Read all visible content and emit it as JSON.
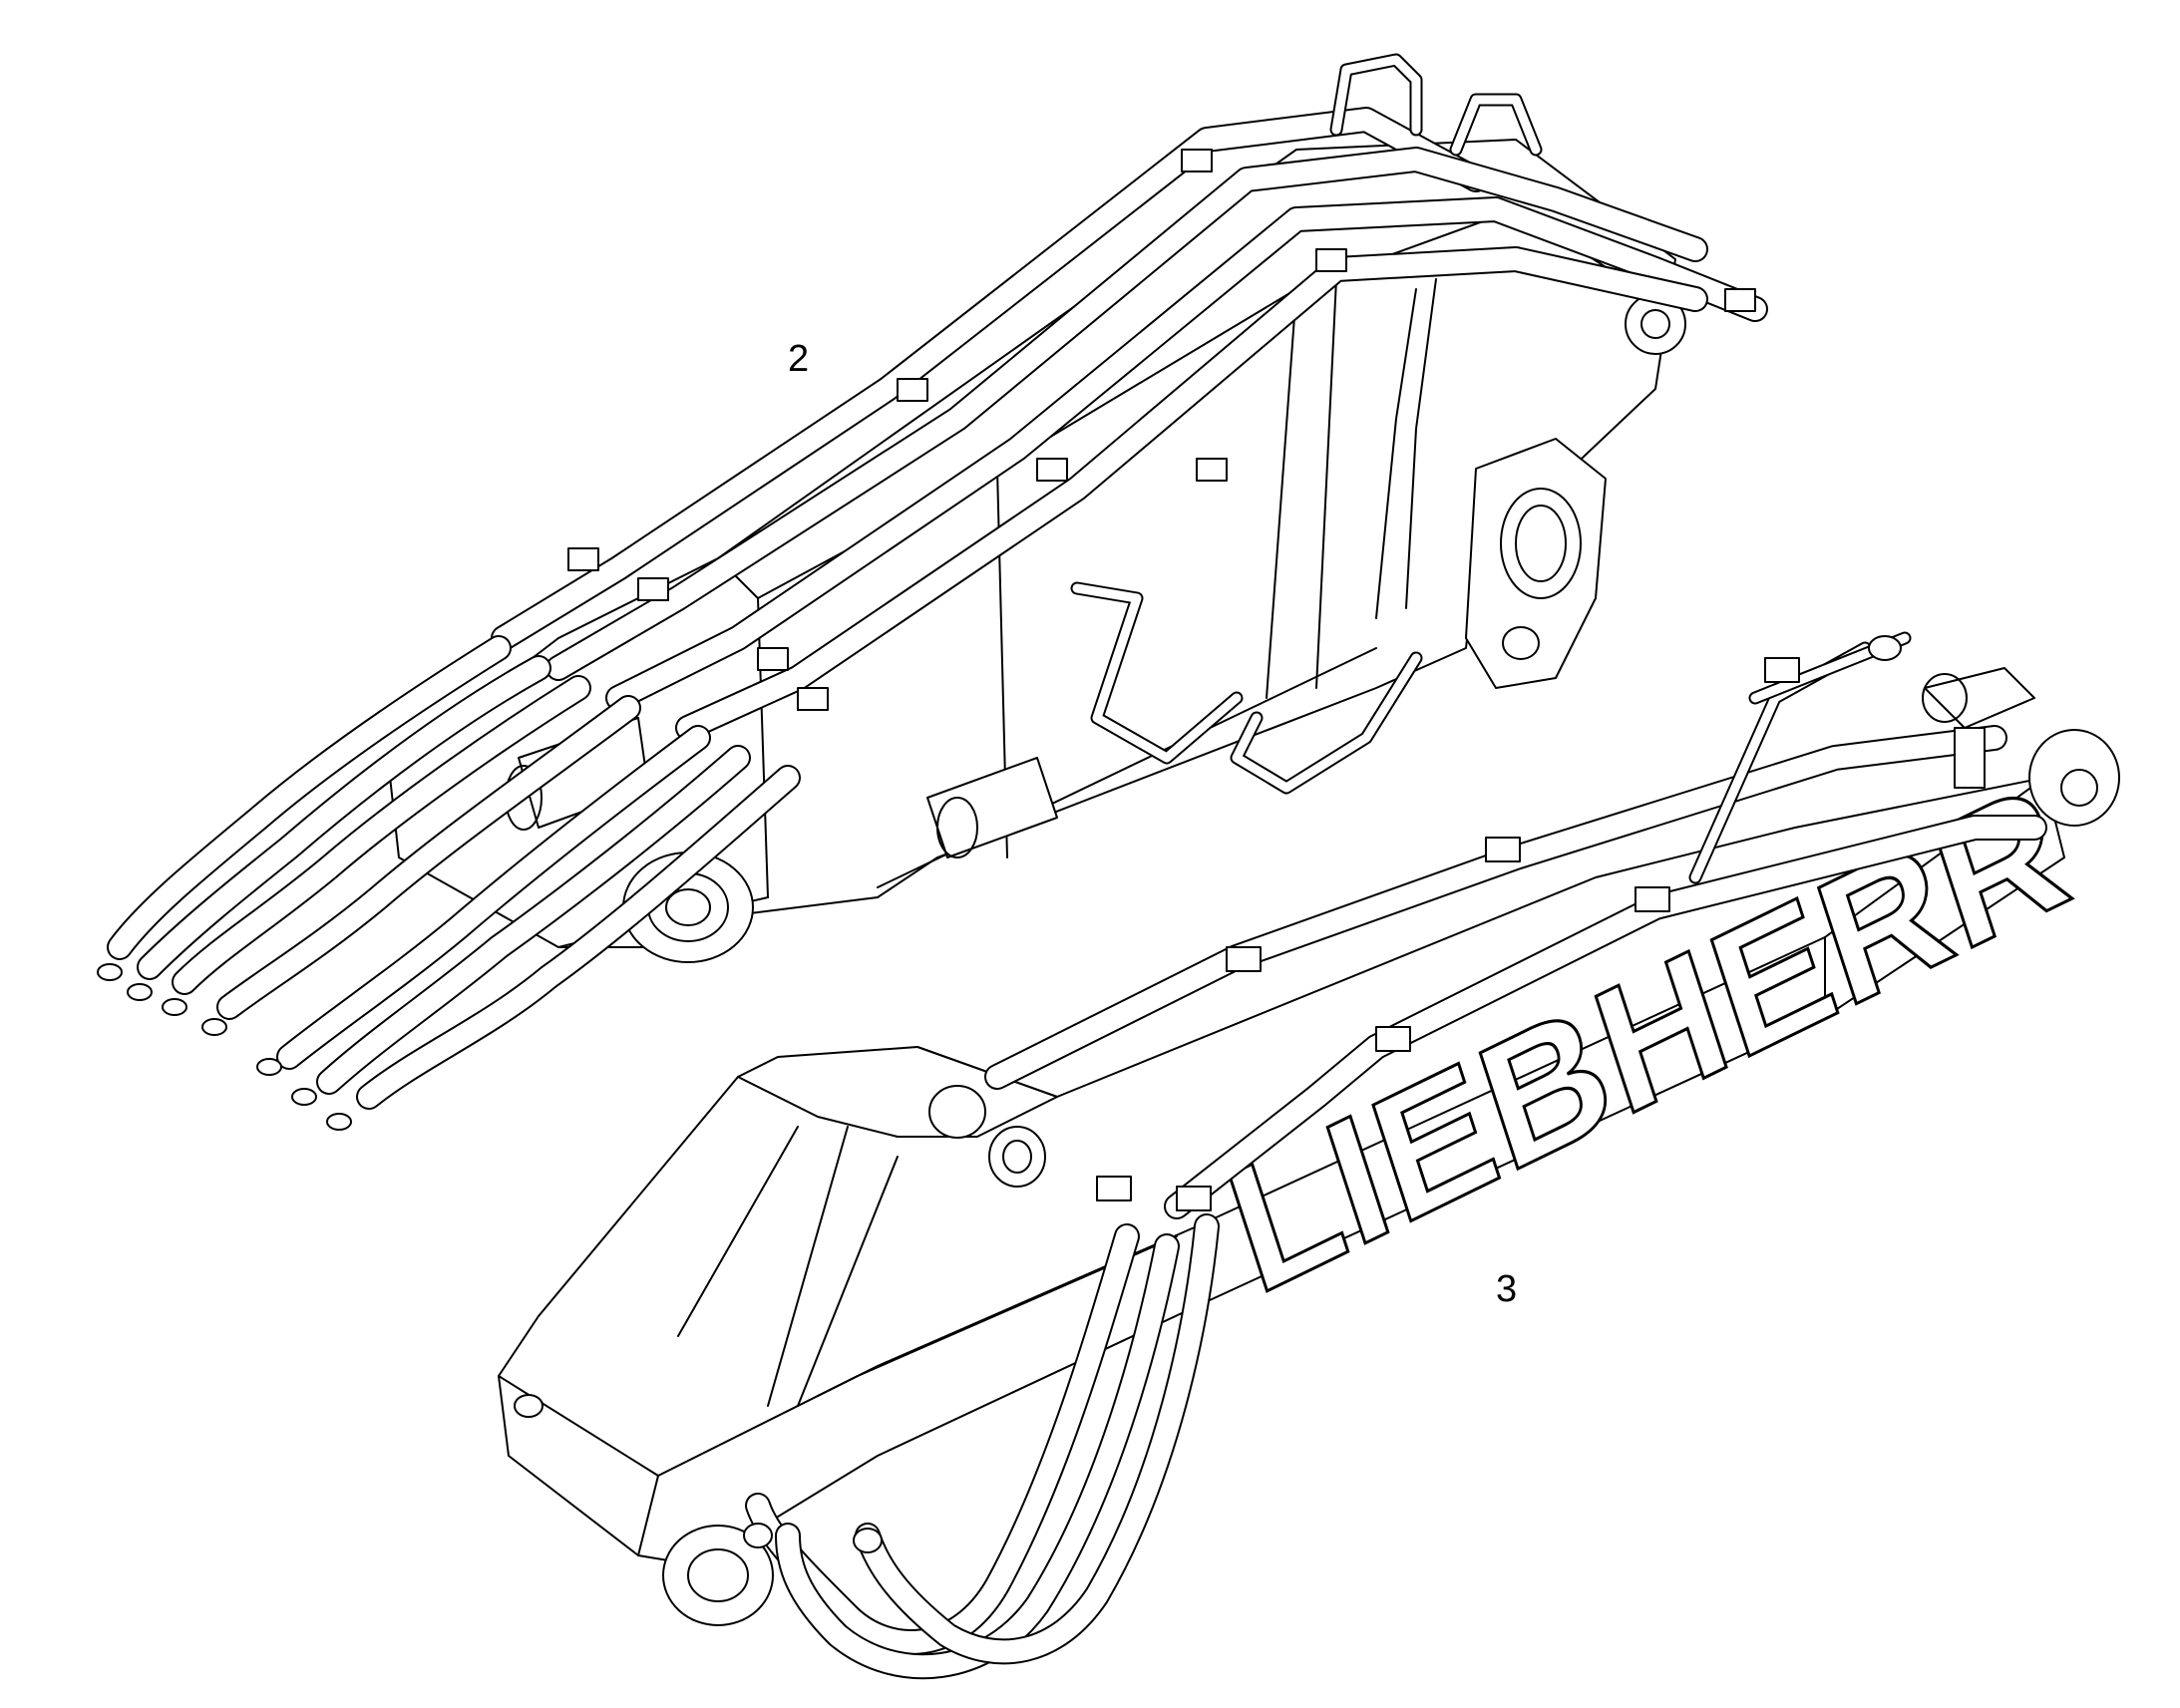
{
  "callouts": {
    "upper_assembly": "2",
    "lower_assembly": "3"
  },
  "brand_text": "LIEBHERR",
  "colors": {
    "line": "#000000",
    "background": "#ffffff"
  }
}
